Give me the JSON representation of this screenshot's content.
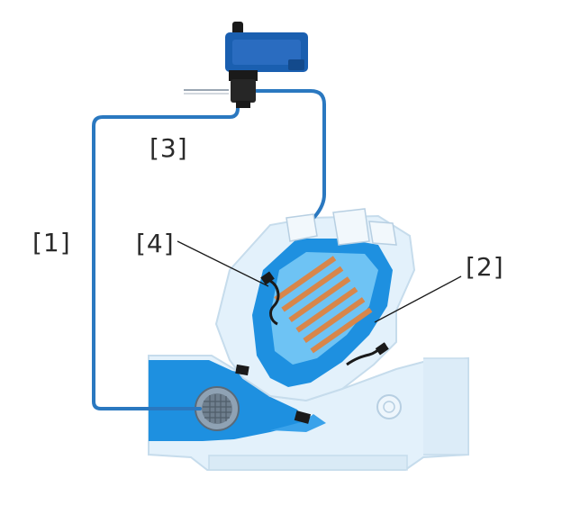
{
  "callouts": {
    "c1": "[1]",
    "c2": "[2]",
    "c3": "[3]",
    "c4": "[4]"
  },
  "colors": {
    "water": "#1e90e0",
    "water_light": "#6ec3f4",
    "body_light": "#e3f1fb",
    "tube": "#2a78c0",
    "actuator": "#1a5fb0",
    "gasket": "#1a1a1a",
    "spring": "#d8864a"
  },
  "components": [
    "pilot-tube",
    "diaphragm-chamber",
    "pilot-actuator",
    "diaphragm",
    "filter-screen",
    "valve-body"
  ]
}
